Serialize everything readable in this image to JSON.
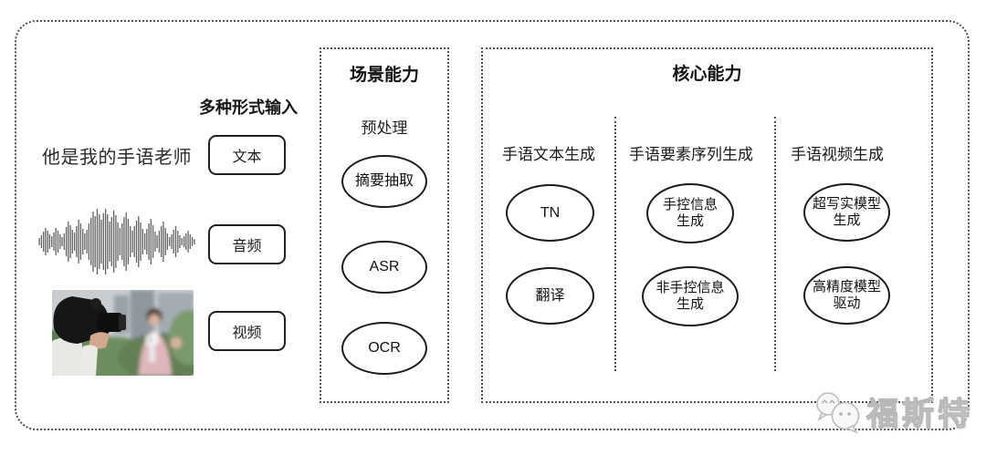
{
  "input_section": {
    "header": "多种形式输入",
    "text_example": "他是我的手语老师",
    "items": [
      {
        "label": "文本"
      },
      {
        "label": "音频"
      },
      {
        "label": "视频"
      }
    ]
  },
  "scene_box": {
    "title": "场景能力",
    "subtitle": "预处理",
    "nodes": [
      "摘要抽取",
      "ASR",
      "OCR"
    ]
  },
  "core_box": {
    "title": "核心能力",
    "columns": [
      {
        "header": "手语文本生成",
        "nodes": [
          [
            "TN"
          ],
          [
            "翻译"
          ]
        ]
      },
      {
        "header": "手语要素序列生成",
        "nodes": [
          [
            "手控信息",
            "生成"
          ],
          [
            "非手控信息",
            "生成"
          ]
        ]
      },
      {
        "header": "手语视频生成",
        "nodes": [
          [
            "超写实模型",
            "生成"
          ],
          [
            "高精度模型",
            "驱动"
          ]
        ]
      }
    ]
  },
  "watermark": {
    "text": "福斯特",
    "icon": "chat-bubbles-icon",
    "color": "#c9c9c9"
  },
  "colors": {
    "border_dotted": "#4f4f4f",
    "ink": "#1c1c1c",
    "background": "#ffffff"
  }
}
